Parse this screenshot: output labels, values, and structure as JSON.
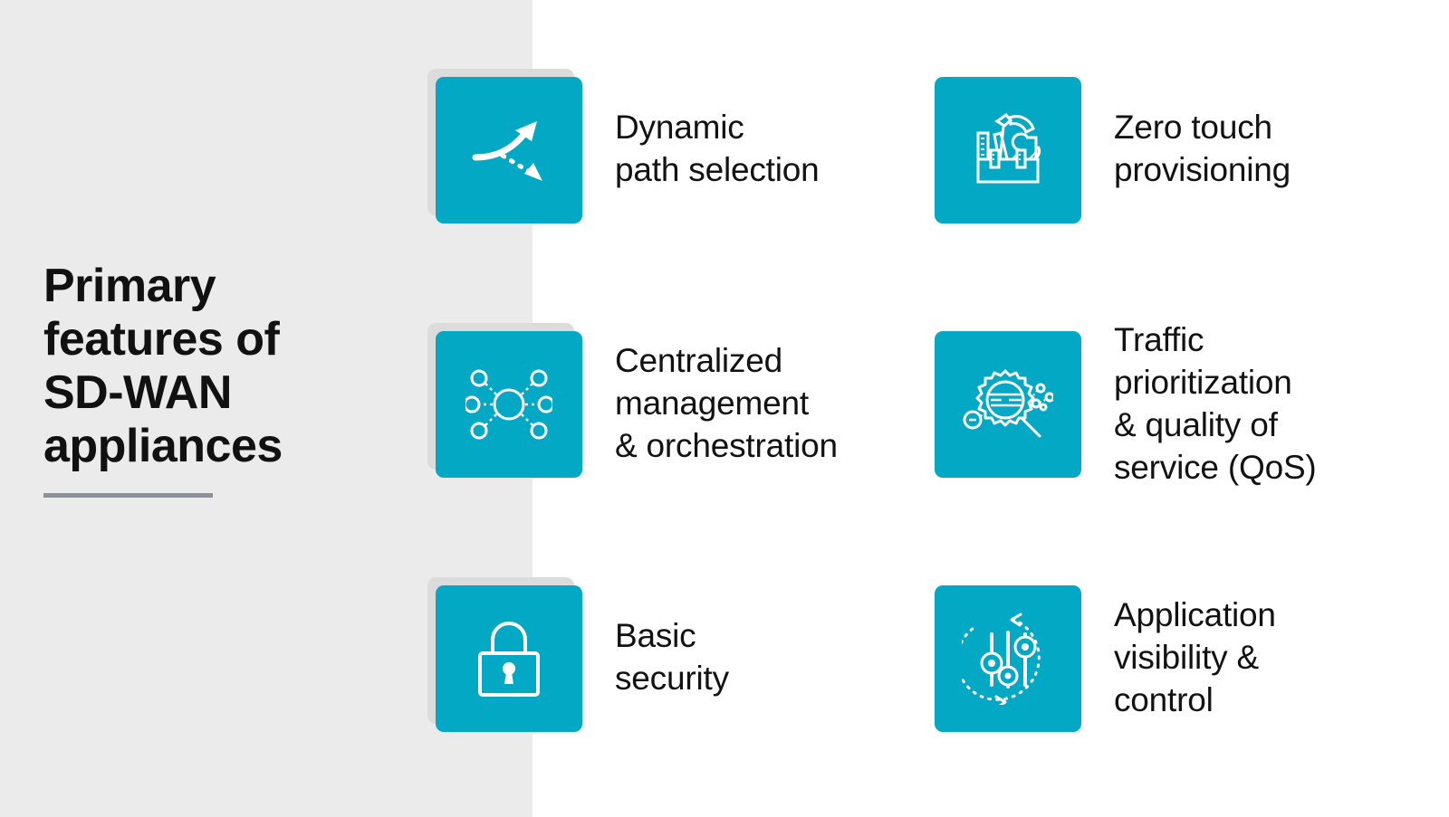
{
  "heading": {
    "title": "Primary\nfeatures of\nSD-WAN\nappliances"
  },
  "colors": {
    "panel_background": "#ebebeb",
    "page_background": "#ffffff",
    "tile_teal": "#03a9c4",
    "tile_shadow": "#dcdcdc",
    "rule": "#8c929c",
    "text": "#121212"
  },
  "features": [
    {
      "id": "dynamic-path-selection",
      "label": "Dynamic\npath selection",
      "icon": "branching-arrows-icon",
      "has_shadow": true,
      "lines": 2
    },
    {
      "id": "zero-touch-provisioning",
      "label": "Zero touch\nprovisioning",
      "icon": "toolbox-icon",
      "has_shadow": false,
      "lines": 2
    },
    {
      "id": "centralized-management-orchestration",
      "label": "Centralized\nmanagement\n& orchestration",
      "icon": "hub-and-spoke-network-icon",
      "has_shadow": true,
      "lines": 3
    },
    {
      "id": "traffic-prioritization-qos",
      "label": "Traffic\nprioritization\n& quality of\nservice (QoS)",
      "icon": "gear-magnifier-icon",
      "has_shadow": false,
      "lines": 4
    },
    {
      "id": "basic-security",
      "label": "Basic\nsecurity",
      "icon": "padlock-icon",
      "has_shadow": true,
      "lines": 2
    },
    {
      "id": "application-visibility-control",
      "label": "Application\nvisibility &\ncontrol",
      "icon": "sliders-loop-icon",
      "has_shadow": false,
      "lines": 3
    }
  ]
}
